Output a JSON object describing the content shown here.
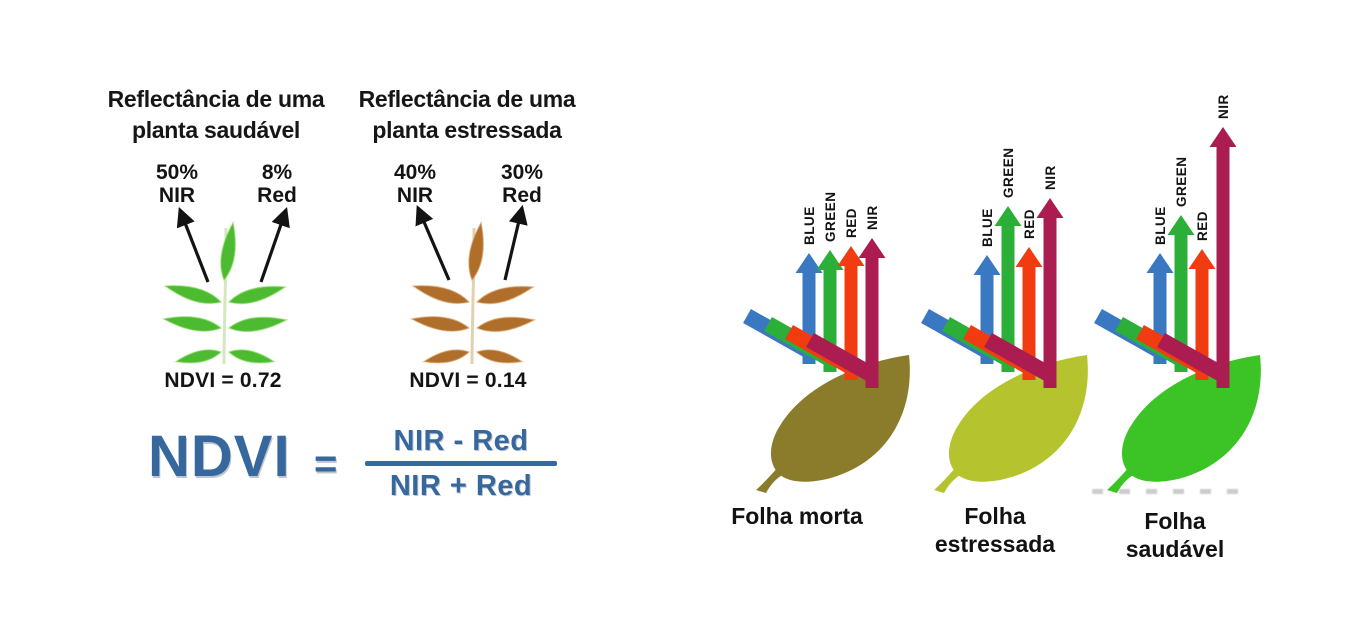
{
  "page": {
    "background": "#ffffff"
  },
  "colors": {
    "arrow_black": "#131313",
    "formula_blue": "#36689e",
    "band_blue": "#3a78c2",
    "band_green": "#2caf38",
    "band_red": "#f03c10",
    "band_nir": "#ab1d50",
    "healthy_plant_leaf": "#4cbb31",
    "healthy_plant_stem": "#d2e8c0",
    "stressed_plant_leaf": "#b06e2b",
    "stressed_plant_stem": "#e2d0ae"
  },
  "left_panel": {
    "healthy": {
      "title_line1": "Reflectância de uma",
      "title_line2": "planta saudável",
      "nir_label": {
        "pct": "50%",
        "band": "NIR"
      },
      "red_label": {
        "pct": "8%",
        "band": "Red"
      },
      "ndvi_text": "NDVI = 0.72"
    },
    "stressed": {
      "title_line1": "Reflectância de uma",
      "title_line2": "planta estressada",
      "nir_label": {
        "pct": "40%",
        "band": "NIR"
      },
      "red_label": {
        "pct": "30%",
        "band": "Red"
      },
      "ndvi_text": "NDVI = 0.14"
    },
    "formula": {
      "lhs": "NDVI",
      "equals": "=",
      "numerator": "NIR - Red",
      "denominator": "NIR + Red"
    }
  },
  "right_panel": {
    "band_labels": [
      "BLUE",
      "GREEN",
      "RED",
      "NIR"
    ],
    "groups": [
      {
        "id": "dead-leaf",
        "caption_line1": "Folha morta",
        "caption_line2": "",
        "leaf_color": "#8a7c2a",
        "band_heights": [
          97,
          108,
          120,
          136
        ]
      },
      {
        "id": "stressed-leaf",
        "caption_line1": "Folha",
        "caption_line2": "estressada",
        "leaf_color": "#b5c42e",
        "band_heights": [
          95,
          152,
          119,
          176
        ]
      },
      {
        "id": "healthy-leaf",
        "caption_line1": "Folha",
        "caption_line2": "saudável",
        "leaf_color": "#3cc426",
        "band_heights": [
          97,
          143,
          117,
          247
        ]
      }
    ]
  }
}
